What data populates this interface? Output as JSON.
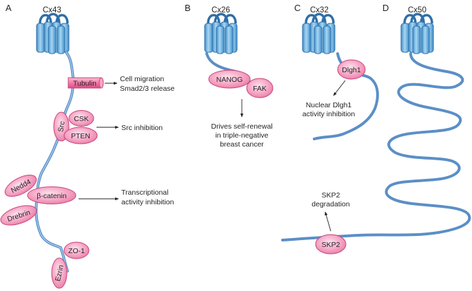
{
  "panels": [
    {
      "letter": "A",
      "protein": "Cx43",
      "partners": [
        "Tubulin",
        "Src",
        "CSK",
        "PTEN",
        "Nedd4",
        "β-catenin",
        "Drebrin",
        "ZO-1",
        "Ezrin"
      ],
      "notes": {
        "tubulin_effect": [
          "Cell migration",
          "Smad2/3 release"
        ],
        "src_effect": "Src inhibition",
        "catenin_effect": [
          "Transcriptional",
          "activity inhibition"
        ]
      }
    },
    {
      "letter": "B",
      "protein": "Cx26",
      "partners": [
        "NANOG",
        "FAK"
      ],
      "notes": {
        "effect": [
          "Drives self-renewal",
          "in triple-negative",
          "breast cancer"
        ]
      }
    },
    {
      "letter": "C",
      "protein": "Cx32",
      "partners": [
        "Dlgh1",
        "SKP2"
      ],
      "notes": {
        "dlgh1_effect": [
          "Nuclear Dlgh1",
          "activity inhibition"
        ],
        "skp2_effect": [
          "SKP2",
          "degradation"
        ]
      }
    },
    {
      "letter": "D",
      "protein": "Cx50",
      "partners": []
    }
  ],
  "colors": {
    "membrane_channel": "#5aa9dc",
    "tail": "#5b8fc7",
    "partner_fill": "#f08fb4",
    "partner_stroke": "#c9457a",
    "text": "#231f20"
  }
}
